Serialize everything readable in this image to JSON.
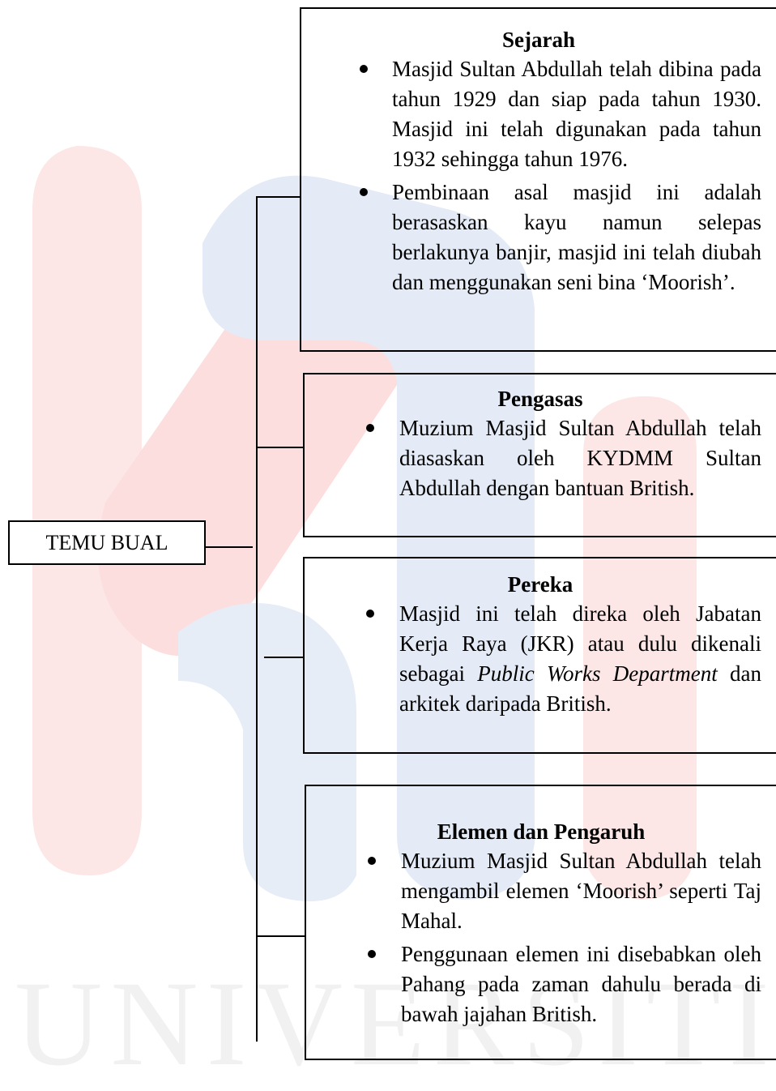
{
  "watermark": {
    "text": "UNIVERSITI",
    "colors": {
      "red": "#fce3e3",
      "blue": "#e5ecf7",
      "grey": "#f1f1f1"
    }
  },
  "root": {
    "label": "TEMU BUAL"
  },
  "branches": [
    {
      "title": "Sejarah",
      "bullets": [
        "Masjid Sultan Abdullah telah dibina pada tahun 1929 dan siap pada tahun 1930. Masjid ini telah digunakan pada tahun 1932 sehingga tahun 1976.",
        "Pembinaan asal masjid ini adalah berasaskan kayu namun selepas berlakunya banjir, masjid ini telah diubah dan menggunakan seni bina ‘Moorish’."
      ]
    },
    {
      "title": "Pengasas",
      "bullets": [
        "Muzium Masjid Sultan Abdullah telah diasaskan oleh KYDMM Sultan Abdullah dengan bantuan British."
      ]
    },
    {
      "title": "Pereka",
      "bullets_parts": {
        "before": "Masjid ini telah direka oleh Jabatan Kerja Raya (JKR) atau dulu dikenali sebagai ",
        "italic": "Public Works Department",
        "after": " dan arkitek daripada British."
      }
    },
    {
      "title": "Elemen dan Pengaruh",
      "bullets": [
        "Muzium Masjid Sultan Abdullah telah mengambil elemen ‘Moorish’ seperti Taj Mahal.",
        "Penggunaan elemen ini disebabkan oleh Pahang pada zaman dahulu berada di bawah jajahan British."
      ]
    }
  ]
}
